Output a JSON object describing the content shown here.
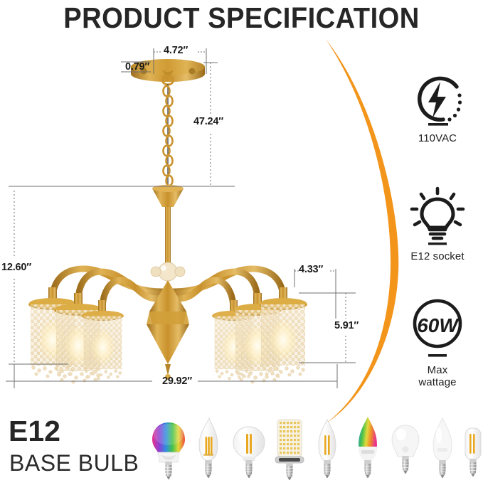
{
  "header": {
    "title": "PRODUCT SPECIFICATION"
  },
  "theme": {
    "accent_orange": "#F2951A",
    "gold": "#C9922E",
    "gold_light": "#E2B454",
    "gold_dark": "#9A6B18",
    "text": "#262626",
    "dimension_line": "#6f6f6f"
  },
  "dimensions": {
    "canopy_diameter": "4.72″",
    "canopy_height": "0.79″",
    "total_height": "47.24″",
    "fixture_height": "12.60″",
    "shade_spacing": "4.33″",
    "shade_height": "5.91″",
    "fixture_width": "29.92″"
  },
  "specs": [
    {
      "id": "voltage",
      "icon": "lightning-bolt-icon",
      "label": "110VAC",
      "label_lines": [
        "110VAC"
      ]
    },
    {
      "id": "socket",
      "icon": "light-bulb-icon",
      "label": "E12 socket",
      "label_lines": [
        "E12 socket"
      ]
    },
    {
      "id": "wattage",
      "icon": "wattage-circle-icon",
      "badge_text": "60W",
      "label": "Max wattage",
      "label_lines": [
        "Max",
        "wattage"
      ]
    }
  ],
  "bulb_band": {
    "heading": "E12",
    "subheading": "BASE BULB",
    "bulbs": [
      {
        "name": "rgb-color-smart-bulb",
        "type": "rgb-globe"
      },
      {
        "name": "flame-tip-filament-bulb",
        "type": "flame-filament"
      },
      {
        "name": "globe-filament-bulb",
        "type": "globe-filament"
      },
      {
        "name": "led-corn-bulb",
        "type": "corn"
      },
      {
        "name": "candle-filament-bulb",
        "type": "candle-filament"
      },
      {
        "name": "rgb-smart-candle-bulb",
        "type": "rgb-candle"
      },
      {
        "name": "frosted-golf-ball-bulb",
        "type": "frosted-globe"
      },
      {
        "name": "frosted-candle-bulb",
        "type": "frosted-candle"
      },
      {
        "name": "tubular-filament-bulb",
        "type": "tubular-filament"
      }
    ]
  }
}
